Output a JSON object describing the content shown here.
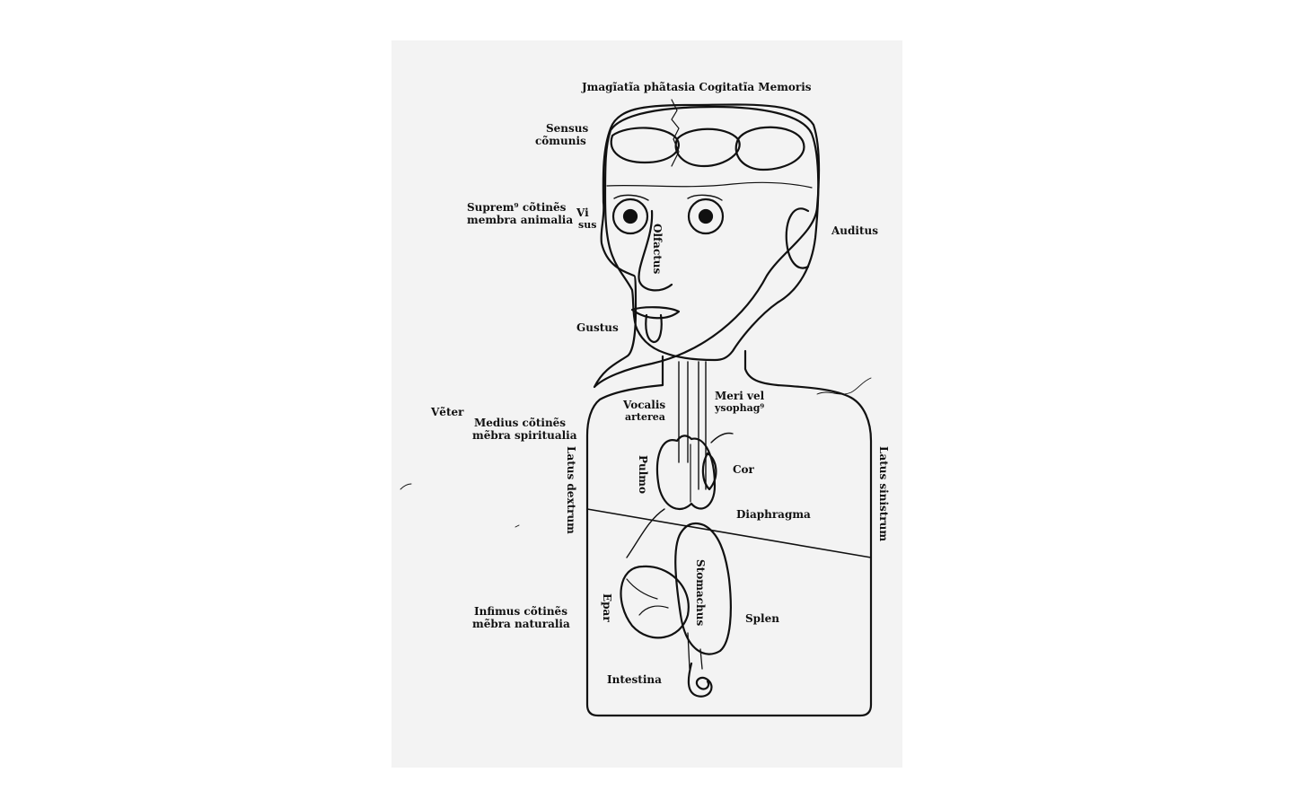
{
  "labels": {
    "top_faculties": "Jmagĩatĩa phãtasia Cogitatĩa Memoris",
    "sensus_communis_1": "Sensus",
    "sensus_communis_2": "cõmunis",
    "supremus_1": "Suprem⁹ cõtinẽs",
    "supremus_2": "membra animalia",
    "visus_1": "Vi",
    "visus_2": "sus",
    "olfactus": "Olfactus",
    "auditus": "Auditus",
    "gustus": "Gustus",
    "vocalis_1": "Vocalis",
    "vocalis_2": "arterea",
    "meri_1": "Meri vel",
    "meri_2": "ysophag⁹",
    "venter": "Vẽter",
    "medius_1": "Medius cõtinẽs",
    "medius_2": "mẽbra spiritualia",
    "latus_dextrum": "Latus dextrum",
    "latus_sinistrum": "Latus sinistrum",
    "pulmo": "Pulmo",
    "cor": "Cor",
    "diaphragma": "Diaphragma",
    "stomachus": "Stomachus",
    "epar": "Epar",
    "splen": "Splen",
    "infimus_1": "Infimus cõtinẽs",
    "infimus_2": "mẽbra naturalia",
    "intestina": "Intestina"
  },
  "colors": {
    "ink": "#111111",
    "paper": "#f3f3f3",
    "background": "#ffffff"
  }
}
